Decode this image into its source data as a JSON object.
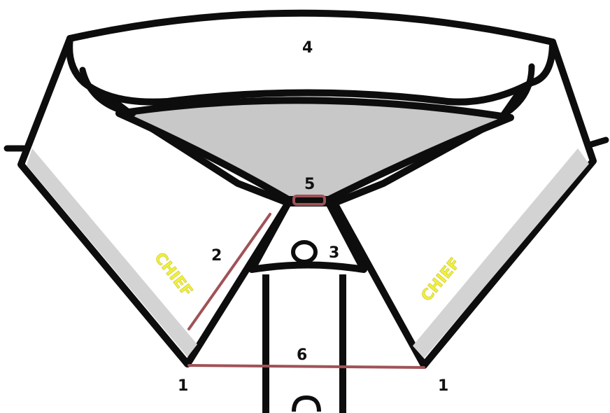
{
  "labels": {
    "collar_band": "4",
    "neck_point": "5",
    "collar_edge": "2",
    "top_button": "3",
    "point_spread": "6",
    "left_tip": "1",
    "right_tip": "1"
  },
  "brand": {
    "left": "CHIEF",
    "right": "CHIEF"
  },
  "colors": {
    "outline": "#0d0d0d",
    "neck_inner": "#c8c8c8",
    "collar_shadow": "#d3d3d3",
    "measure_line": "#a05257",
    "brand_text": "#f0ef3c"
  }
}
